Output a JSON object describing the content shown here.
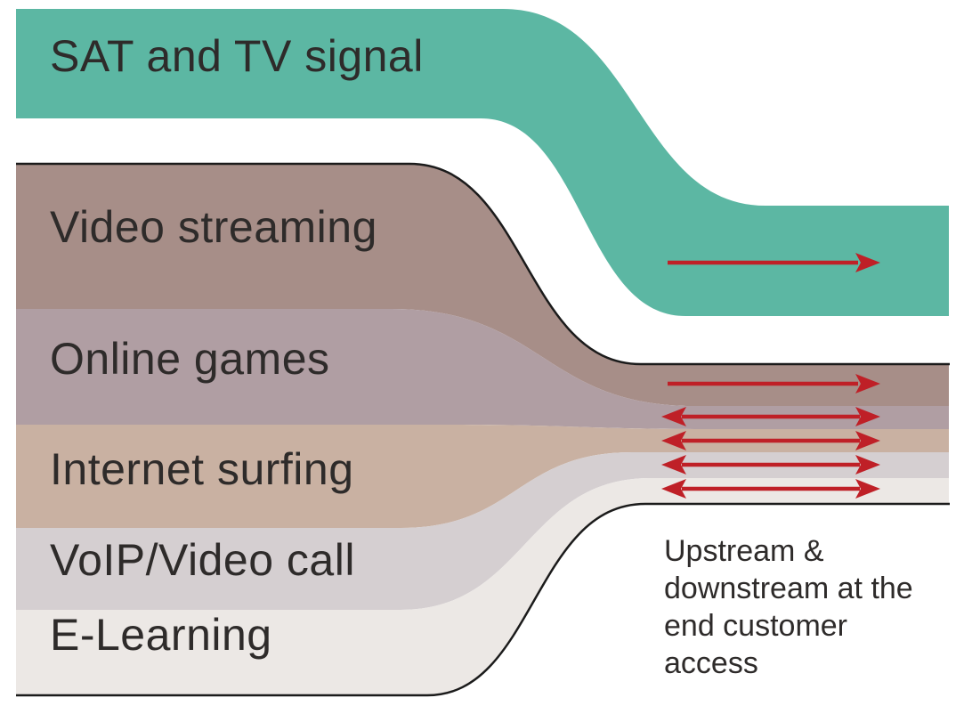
{
  "diagram": {
    "background_color": "#ffffff",
    "outline_color": "#1b1b1b",
    "arrow_color": "#bf2027",
    "text_color": "#2e2b2a",
    "flows": [
      {
        "label": "SAT and TV signal",
        "color": "#5cb7a3",
        "direction": "downstream-only"
      },
      {
        "label": "Video streaming",
        "color": "#a78e88",
        "direction": "downstream-only"
      },
      {
        "label": "Online games",
        "color": "#b09ea3",
        "direction": "bidirectional"
      },
      {
        "label": "Internet surfing",
        "color": "#c9b1a2",
        "direction": "bidirectional"
      },
      {
        "label": "VoIP/Video call",
        "color": "#d5cfd1",
        "direction": "bidirectional"
      },
      {
        "label": "E-Learning",
        "color": "#ece8e5",
        "direction": "bidirectional"
      }
    ],
    "annotation": "Upstream &\ndownstream at the\nend customer\naccess"
  }
}
